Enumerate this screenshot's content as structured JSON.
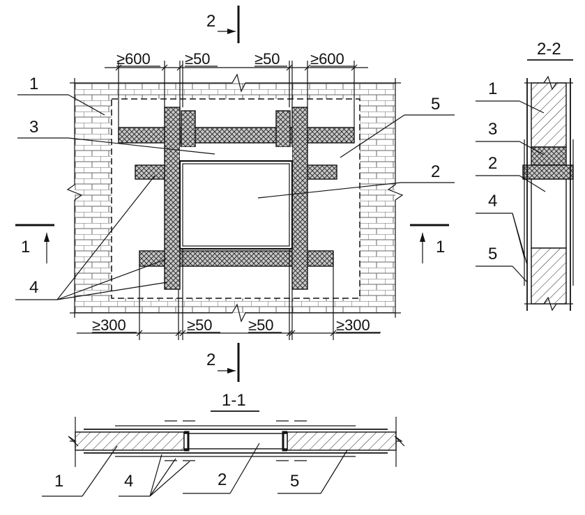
{
  "main_view": {
    "callouts": [
      "1",
      "3",
      "5",
      "2",
      "4"
    ],
    "dims_top": [
      "≥600",
      "≥50",
      "≥50",
      "≥600"
    ],
    "dims_bottom": [
      "≥300",
      "≥50",
      "≥50",
      "≥300"
    ],
    "section_mark_vertical": "2",
    "section_mark_horizontal": "1"
  },
  "section_2_2": {
    "title": "2-2",
    "callouts": [
      "1",
      "3",
      "2",
      "4",
      "5"
    ]
  },
  "section_1_1": {
    "title": "1-1",
    "callouts": [
      "1",
      "4",
      "2",
      "5"
    ]
  }
}
